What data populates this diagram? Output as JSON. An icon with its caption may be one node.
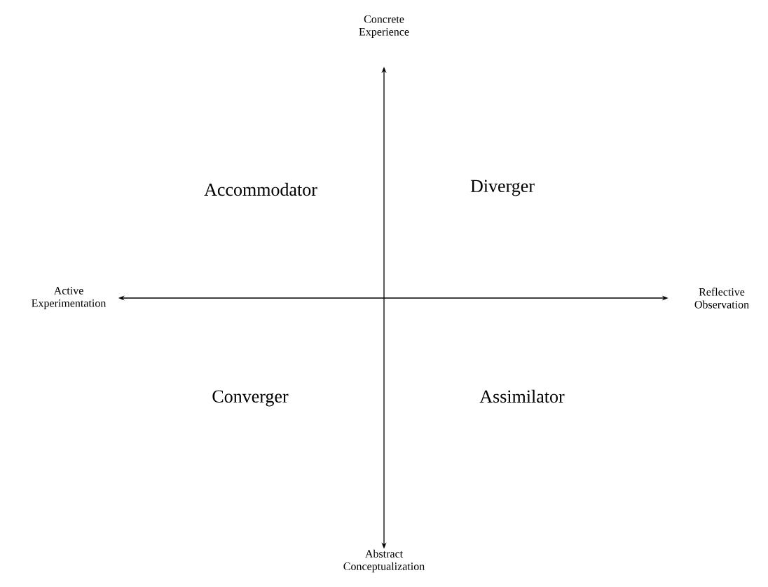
{
  "diagram": {
    "nodes": [
      {
        "text": [
          "Concrete Experience"
        ]
      },
      {
        "text": [
          "Abstract Conceptualization"
        ]
      },
      {
        "text": [
          "Active Experimentation"
        ]
      },
      {
        "text": [
          "Reflective Observation"
        ]
      }
    ],
    "edges": [
      {
        "from": 0,
        "to": 1,
        "arrow": "both"
      },
      {
        "from": 2,
        "to": 3,
        "arrow": "both"
      }
    ],
    "labels": [
      "Accommodator",
      "Diverger",
      "Converger",
      "Assimilator"
    ]
  }
}
